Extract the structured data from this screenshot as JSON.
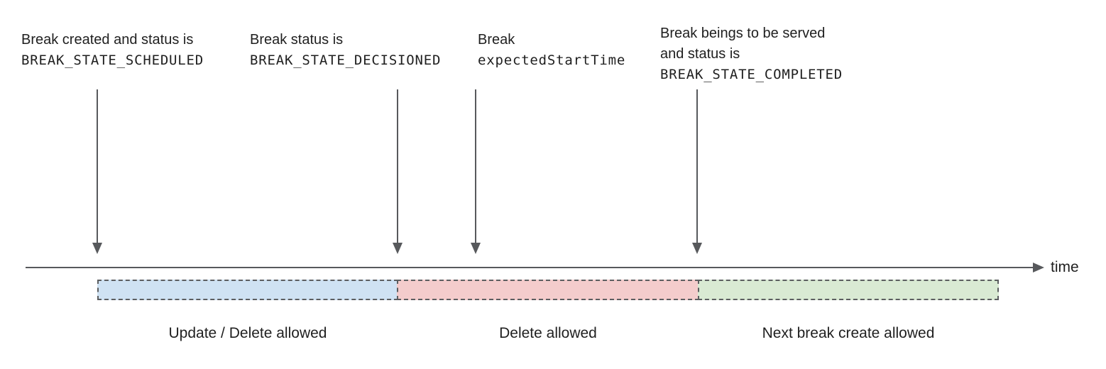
{
  "annotations": [
    {
      "line1": "Break created and status is",
      "code": "BREAK_STATE_SCHEDULED"
    },
    {
      "line1": "Break status is",
      "code": "BREAK_STATE_DECISIONED"
    },
    {
      "line1": "Break",
      "code": "expectedStartTime"
    },
    {
      "line1": "Break beings to be served",
      "line2": "and status is",
      "code": "BREAK_STATE_COMPLETED"
    }
  ],
  "timeline": {
    "axis_label": "time"
  },
  "segments": [
    {
      "label": "Update / Delete allowed",
      "color": "#cfe2f3"
    },
    {
      "label": "Delete allowed",
      "color": "#f4cccc"
    },
    {
      "label": "Next break create allowed",
      "color": "#d9ead3"
    }
  ],
  "colors": {
    "arrow_and_axis": "#57595c",
    "segment_border": "#5c5e60",
    "text": "#1f1f1f",
    "background": "#ffffff"
  }
}
